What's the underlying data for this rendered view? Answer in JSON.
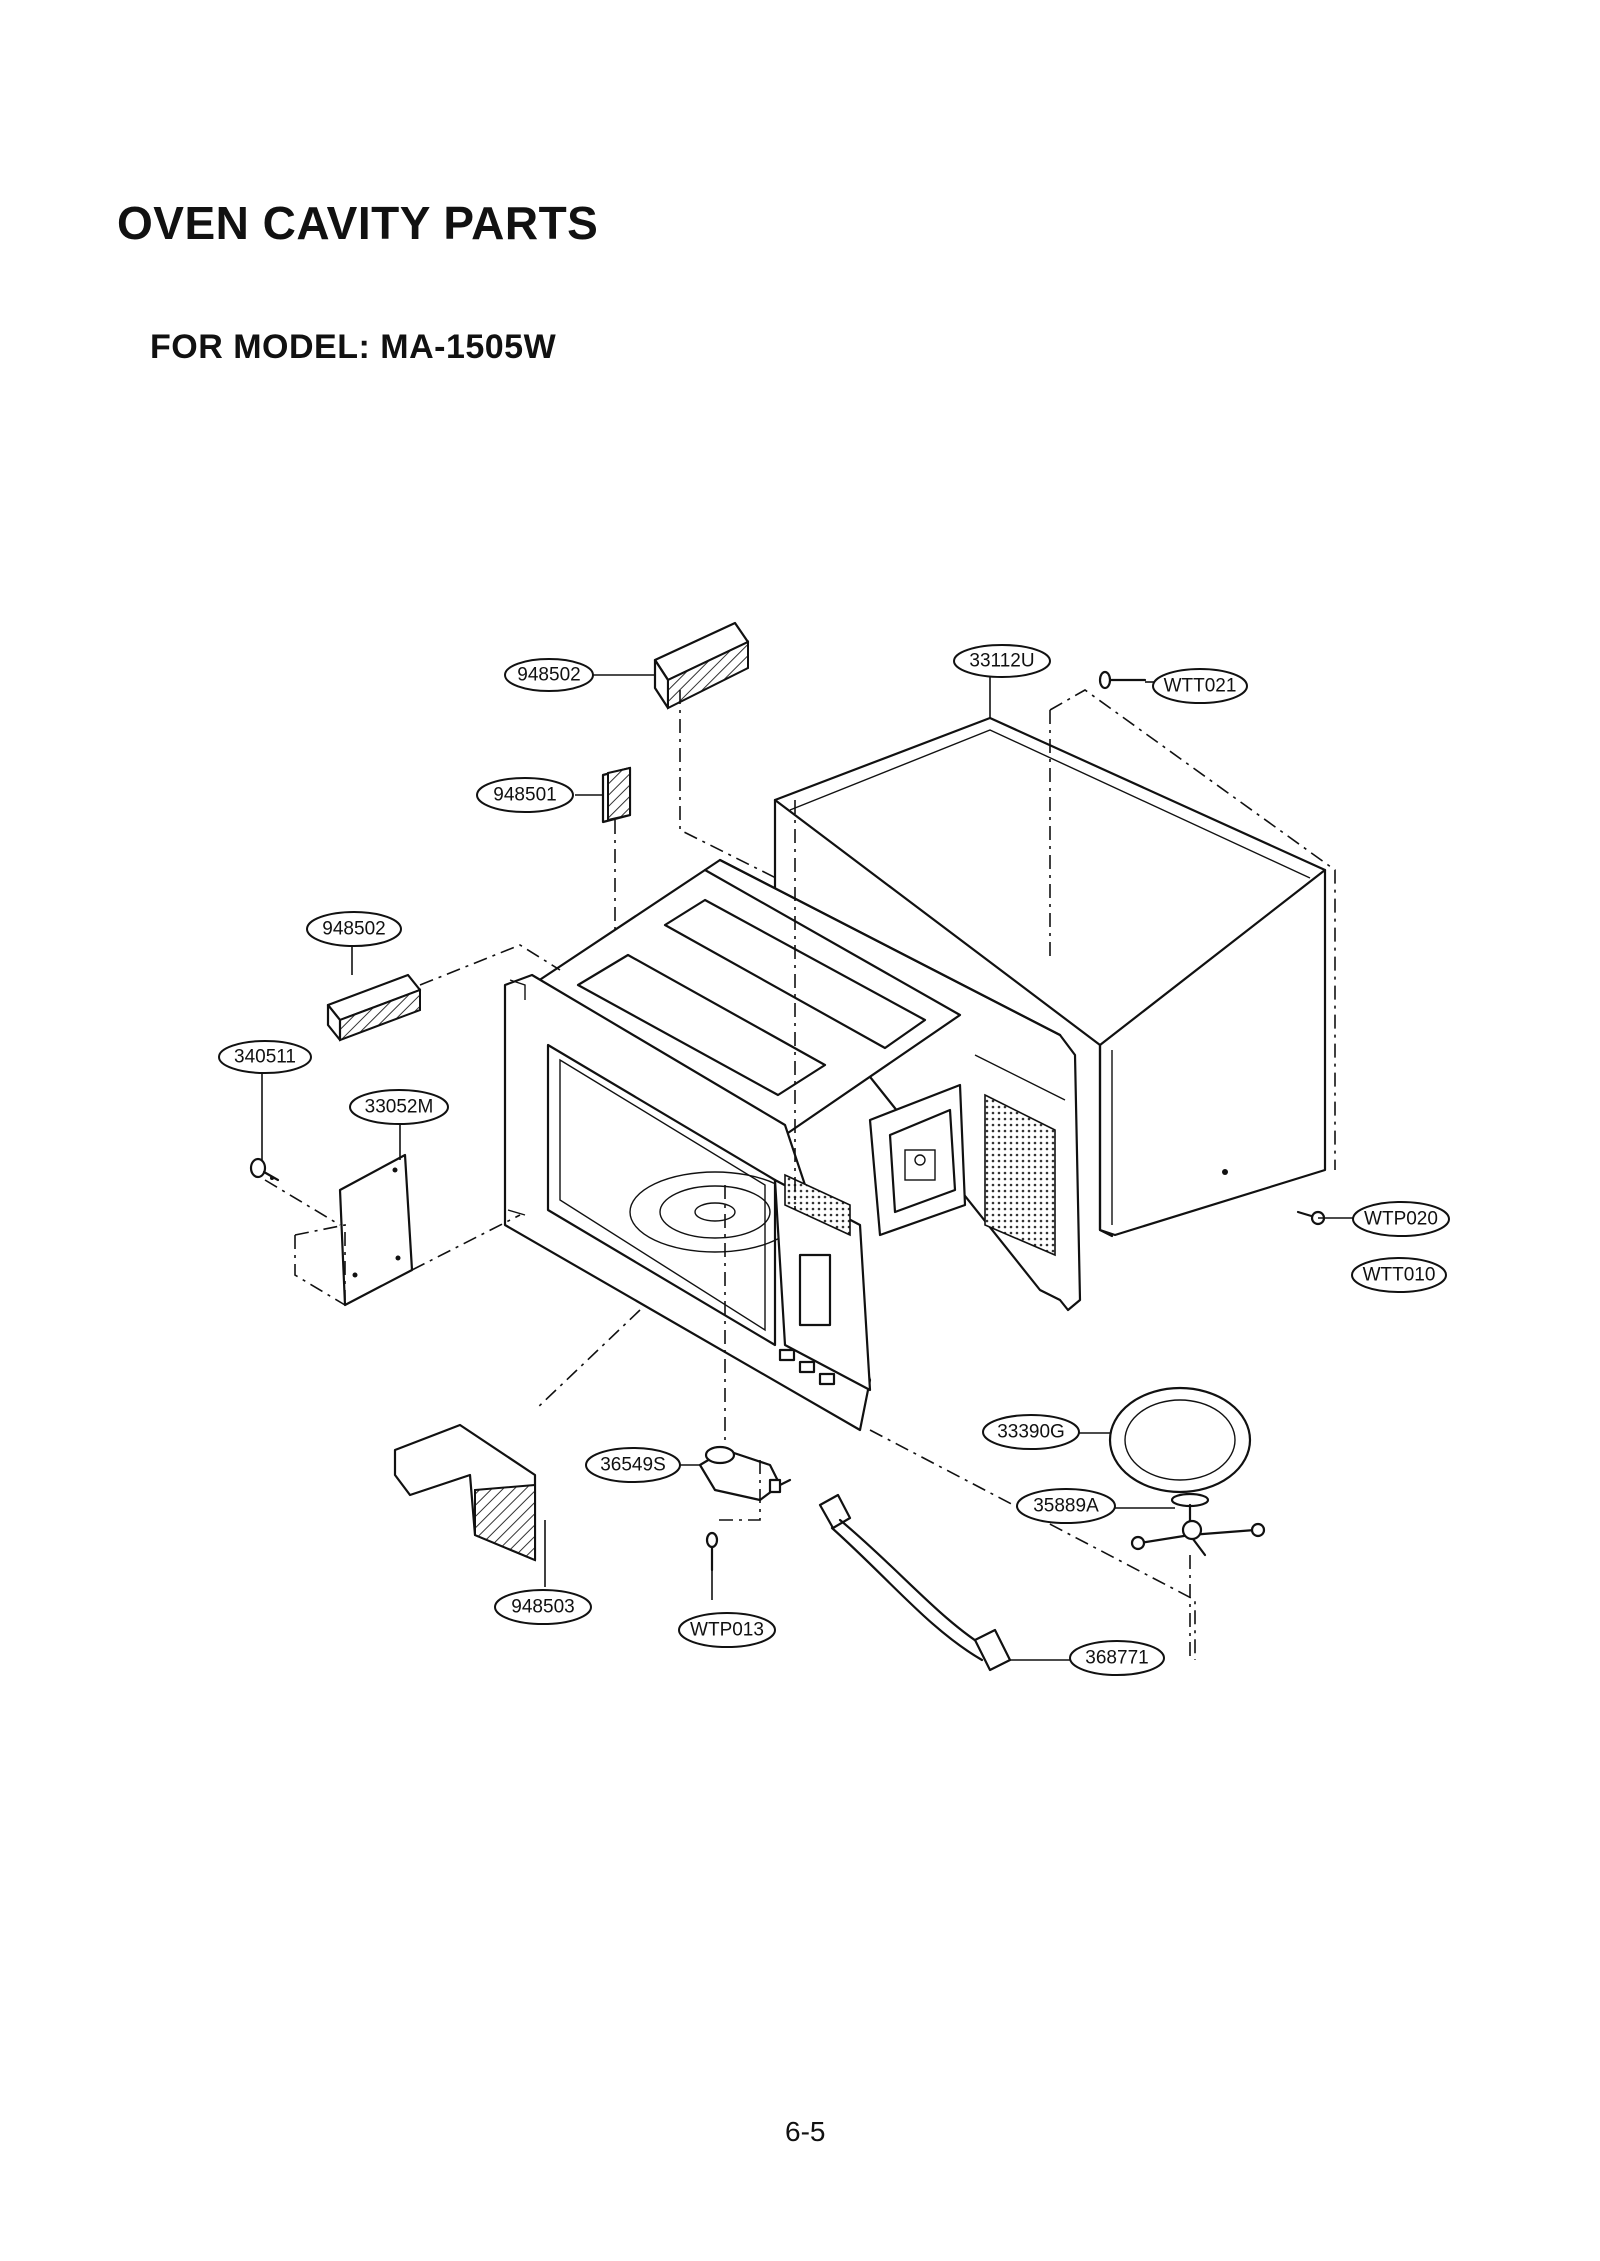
{
  "page": {
    "title": "OVEN CAVITY PARTS",
    "subtitle": "FOR MODEL: MA-1505W",
    "page_number": "6-5"
  },
  "parts": {
    "p948502_top": "948502",
    "p948501": "948501",
    "p948502_left": "948502",
    "p340511": "340511",
    "p33052M": "33052M",
    "p33112U": "33112U",
    "pWTT021": "WTT021",
    "pWTP020": "WTP020",
    "pWTT010": "WTT010",
    "p33390G": "33390G",
    "p35889A": "35889A",
    "p36549S": "36549S",
    "p948503": "948503",
    "pWTP013": "WTP013",
    "p368771": "368771"
  }
}
